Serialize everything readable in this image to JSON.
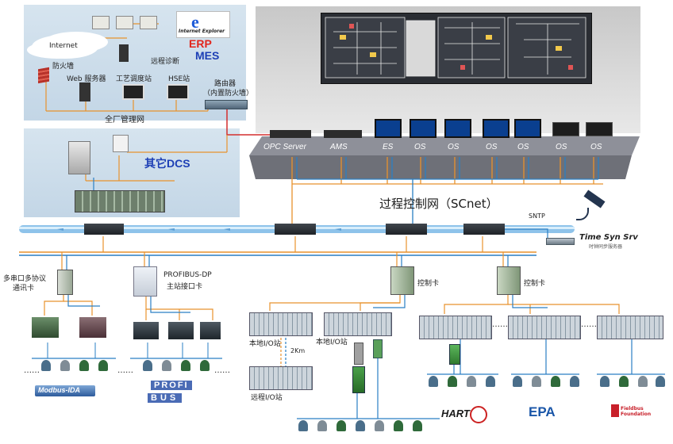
{
  "top_panel": {
    "internet": "Internet",
    "firewall": "防火墙",
    "remote_diag": "远程诊断",
    "erp": "ERP",
    "mes": "MES",
    "ie_logo": "Internet Explorer",
    "web_server": "Web 服务器",
    "process_station": "工艺调度站",
    "hse_station": "HSE站",
    "router": "路由器",
    "router_sub": "（内置防火墙）",
    "plant_network": "全厂管理网"
  },
  "other_dcs": "其它DCS",
  "console": {
    "stations": [
      "OPC Server",
      "AMS",
      "ES",
      "OS",
      "OS",
      "OS",
      "OS",
      "OS",
      "OS"
    ]
  },
  "scnet": "过程控制网（SCnet）",
  "sntp": "SNTP",
  "time_server": "Time Syn Srv",
  "time_server_sub": "时钟同步服务器",
  "multi_serial": "多串口多协议",
  "comm_card": "通讯卡",
  "profibus_card": "PROFIBUS-DP",
  "profibus_card_sub": "主站接口卡",
  "control_card_1": "控制卡",
  "control_card_2": "控制卡",
  "local_io_1": "本地I/O站",
  "local_io_2": "本地I/O站",
  "remote_io": "远程I/O站",
  "distance": "2Km",
  "modbus_logo": "Modbus-IDA",
  "profibus_logo_top": "PROFI",
  "profibus_logo_bottom": "BUS",
  "hart_logo": "HART",
  "epa_logo": "EPA",
  "ff_logo": "Fieldbus Foundation",
  "ellipsis": "……",
  "colors": {
    "network_blue": "#2a7fc4",
    "link_orange": "#e8922d",
    "link_red": "#d32f2f",
    "panel_blue": "#c9dbe9",
    "console_gray": "#8e9099"
  }
}
